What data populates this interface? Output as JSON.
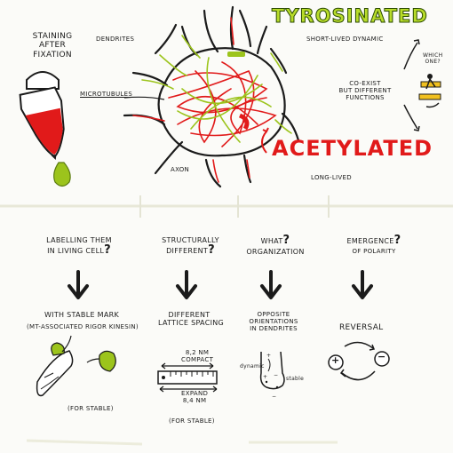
{
  "top": {
    "staining_label": [
      "STAINING",
      "AFTER",
      "FIXATION"
    ],
    "dendrites_label": "DENDRITES",
    "microtubules_label": "MICROTUBULES",
    "axon_label": "AXON",
    "tyrosinated_label": "TYROSINATED",
    "short_lived_label": "SHORT-LIVED DYNAMIC",
    "coexist_label": [
      "CO-EXIST",
      "BUT DIFFERENT",
      "FUNCTIONS"
    ],
    "which_one_label": [
      "WHICH",
      "ONE?"
    ],
    "acetylated_label": "ACETYLATED",
    "long_lived_label": "LONG-LIVED"
  },
  "columns": [
    {
      "question": [
        "LABELLING THEM",
        "IN LIVING CELL"
      ],
      "answer": [
        "WITH STABLE MARK",
        "(MT-ASSOCIATED RIGOR KINESIN)"
      ],
      "note": "(FOR STABLE)"
    },
    {
      "question": [
        "STRUCTURALLY",
        "DIFFERENT"
      ],
      "answer": [
        "DIFFERENT",
        "LATTICE SPACING"
      ],
      "compact_label": [
        "8,2 nm",
        "COMPACT"
      ],
      "expand_label": [
        "EXPAND",
        "8,4 nm"
      ],
      "note": "(FOR STABLE)"
    },
    {
      "question": [
        "WHAT",
        "ORGANIZATION"
      ],
      "answer": [
        "OPPOSITE",
        "ORIENTATIONS",
        "IN DENDRITES"
      ],
      "dynamic_label": "dynamic",
      "stable_label": "stable"
    },
    {
      "question": [
        "EMERGENCE",
        "OF POLARITY"
      ],
      "answer": [
        "REVERSAL"
      ],
      "plus_symbol": "+",
      "minus_symbol": "−"
    }
  ],
  "colors": {
    "red": "#e11a1a",
    "lime": "#9cc41c",
    "ink": "#1b1b1b",
    "yellow": "#f0c020"
  }
}
